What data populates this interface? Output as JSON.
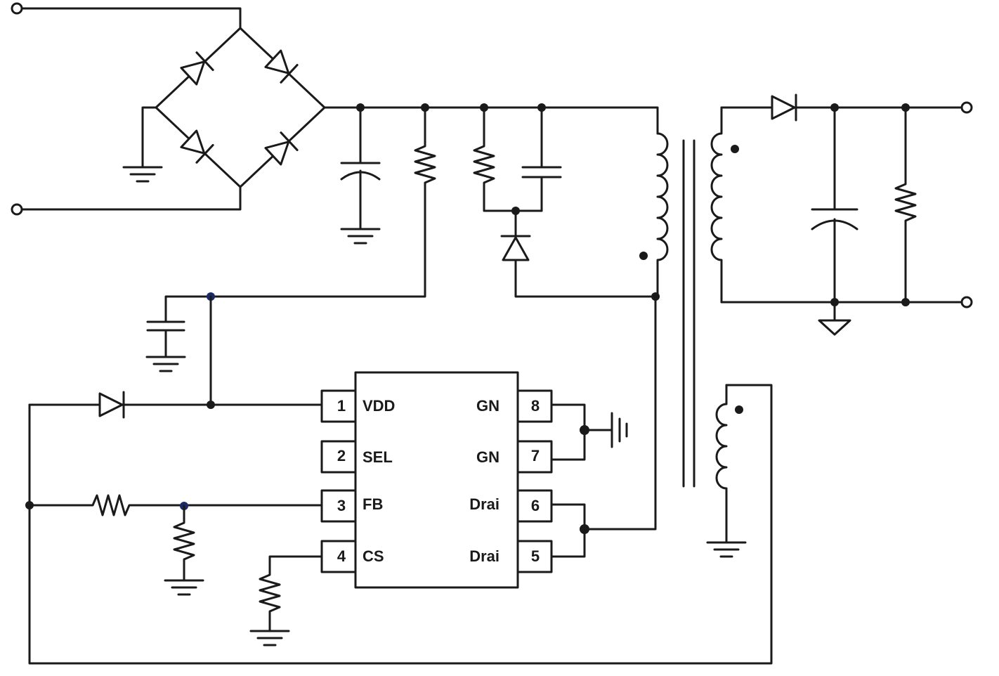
{
  "ic": {
    "pins": [
      {
        "number": "1",
        "name": "VDD"
      },
      {
        "number": "2",
        "name": "SEL"
      },
      {
        "number": "3",
        "name": "FB"
      },
      {
        "number": "4",
        "name": "CS"
      },
      {
        "number": "5",
        "name": "Drai"
      },
      {
        "number": "6",
        "name": "Drai"
      },
      {
        "number": "7",
        "name": "GN"
      },
      {
        "number": "8",
        "name": "GN"
      }
    ]
  },
  "colors": {
    "wire": "#1a1a1a",
    "junction_blue": "#1a2a66",
    "background": "#ffffff"
  }
}
